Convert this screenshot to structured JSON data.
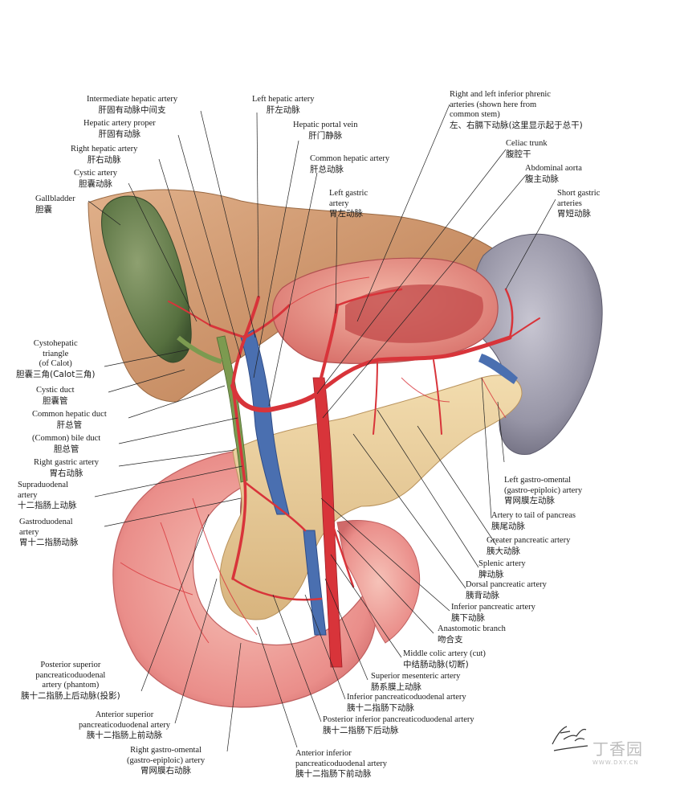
{
  "labels": {
    "intermediate_hepatic": {
      "en": "Intermediate hepatic artery",
      "zh": "肝固有动脉中间支"
    },
    "hepatic_artery_proper": {
      "en": "Hepatic artery proper",
      "zh": "肝固有动脉"
    },
    "right_hepatic": {
      "en": "Right hepatic artery",
      "zh": "肝右动脉"
    },
    "cystic_artery": {
      "en": "Cystic artery",
      "zh": "胆囊动脉"
    },
    "gallbladder": {
      "en": "Gallbladder",
      "zh": "胆囊"
    },
    "left_hepatic": {
      "en": "Left hepatic artery",
      "zh": "肝左动脉"
    },
    "hepatic_portal_vein": {
      "en": "Hepatic portal vein",
      "zh": "肝门静脉"
    },
    "common_hepatic": {
      "en": "Common hepatic artery",
      "zh": "肝总动脉"
    },
    "left_gastric": {
      "en1": "Left gastric",
      "en2": "artery",
      "zh": "胃左动脉"
    },
    "phrenic": {
      "en1": "Right and left inferior phrenic",
      "en2": "arteries (shown here from",
      "en3": "common stem)",
      "zh": "左、右膈下动脉(这里显示起于总干)"
    },
    "celiac_trunk": {
      "en": "Celiac trunk",
      "zh": "腹腔干"
    },
    "abdominal_aorta": {
      "en": "Abdominal aorta",
      "zh": "腹主动脉"
    },
    "short_gastric": {
      "en1": "Short gastric",
      "en2": "arteries",
      "zh": "胃短动脉"
    },
    "calot": {
      "en1": "Cystohepatic",
      "en2": "triangle",
      "en3": "(of Calot)",
      "zh": "胆囊三角(Calot三角)"
    },
    "cystic_duct": {
      "en": "Cystic duct",
      "zh": "胆囊管"
    },
    "common_hepatic_duct": {
      "en": "Common hepatic duct",
      "zh": "肝总管"
    },
    "bile_duct": {
      "en": "(Common) bile duct",
      "zh": "胆总管"
    },
    "right_gastric": {
      "en": "Right gastric artery",
      "zh": "胃右动脉"
    },
    "supraduodenal": {
      "en1": "Supraduodenal",
      "en2": "artery",
      "zh": "十二指肠上动脉"
    },
    "gastroduodenal": {
      "en1": "Gastroduodenal",
      "en2": "artery",
      "zh": "胃十二指肠动脉"
    },
    "left_gastro_omental": {
      "en1": "Left gastro-omental",
      "en2": "(gastro-epiploic) artery",
      "zh": "胃网膜左动脉"
    },
    "tail_pancreas": {
      "en": "Artery to tail of pancreas",
      "zh": "胰尾动脉"
    },
    "greater_pancreatic": {
      "en": "Greater pancreatic artery",
      "zh": "胰大动脉"
    },
    "splenic": {
      "en": "Splenic artery",
      "zh": "脾动脉"
    },
    "dorsal_pancreatic": {
      "en": "Dorsal pancreatic artery",
      "zh": "胰背动脉"
    },
    "inferior_pancreatic": {
      "en": "Inferior pancreatic artery",
      "zh": "胰下动脉"
    },
    "anastomotic": {
      "en": "Anastomotic branch",
      "zh": "吻合支"
    },
    "middle_colic": {
      "en": "Middle colic artery (cut)",
      "zh": "中结肠动脉(切断)"
    },
    "sma": {
      "en": "Superior mesenteric artery",
      "zh": "肠系膜上动脉"
    },
    "ipd": {
      "en": "Inferior pancreaticoduodenal artery",
      "zh": "胰十二指肠下动脉"
    },
    "pipd": {
      "en": "Posterior inferior pancreaticoduodenal artery",
      "zh": "胰十二指肠下后动脉"
    },
    "aipd": {
      "en1": "Anterior inferior",
      "en2": "pancreaticoduodenal artery",
      "zh": "胰十二指肠下前动脉"
    },
    "rgo": {
      "en1": "Right gastro-omental",
      "en2": "(gastro-epiploic) artery",
      "zh": "胃网膜右动脉"
    },
    "aspd": {
      "en1": "Anterior superior",
      "en2": "pancreaticoduodenal artery",
      "zh": "胰十二指肠上前动脉"
    },
    "pspd": {
      "en1": "Posterior superior",
      "en2": "pancreaticoduodenal",
      "en3": "artery (phantom)",
      "zh": "胰十二指肠上后动脉(投影)"
    }
  },
  "signature": "F. Netter M.D.",
  "watermark": {
    "brand": "丁香园",
    "url": "WWW.DXY.CN"
  },
  "colors": {
    "artery": "#d8343a",
    "vein": "#4a6fb0",
    "pancreas": "#e8c896",
    "duodenum": "#f0a0a0",
    "spleen": "#9a98a8",
    "gallbladder": "#5e7a4a",
    "liver": "#c98a5c"
  }
}
